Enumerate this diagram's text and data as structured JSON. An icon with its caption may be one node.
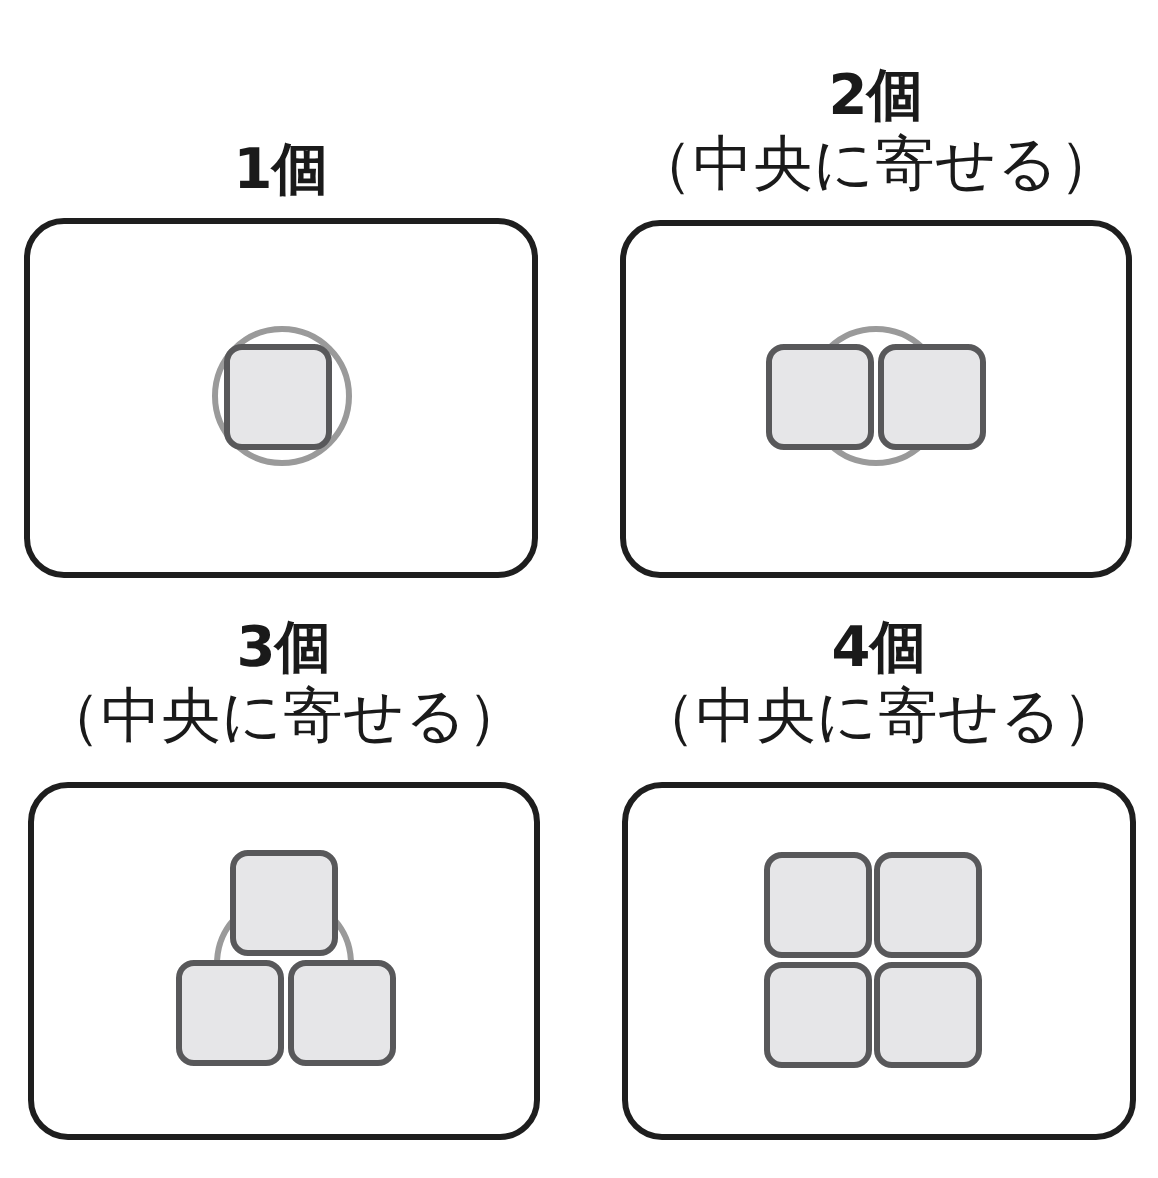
{
  "diagram": {
    "nodes": [
      {
        "text": [
          "1個"
        ]
      },
      {
        "text": [],
        "shape": "circle",
        "in": 0
      },
      {
        "text": [],
        "shape": "box",
        "in": 1
      },
      {
        "text": [
          "2個",
          "（中央に寄せる）"
        ]
      },
      {
        "text": [],
        "shape": "circle",
        "in": 3
      },
      {
        "text": [],
        "shape": "box",
        "in": 3
      },
      {
        "text": [],
        "shape": "box",
        "in": 3
      },
      {
        "text": [
          "3個",
          "（中央に寄せる）"
        ]
      },
      {
        "text": [],
        "shape": "circle",
        "in": 7
      },
      {
        "text": [],
        "shape": "box",
        "in": 7
      },
      {
        "text": [],
        "shape": "box",
        "in": 7
      },
      {
        "text": [],
        "shape": "box",
        "in": 7
      },
      {
        "text": [
          "4個",
          "（中央に寄せる）"
        ]
      },
      {
        "text": [],
        "shape": "box",
        "in": 12
      },
      {
        "text": [],
        "shape": "box",
        "in": 12
      },
      {
        "text": [],
        "shape": "box",
        "in": 12
      },
      {
        "text": [],
        "shape": "box",
        "in": 12
      }
    ]
  }
}
